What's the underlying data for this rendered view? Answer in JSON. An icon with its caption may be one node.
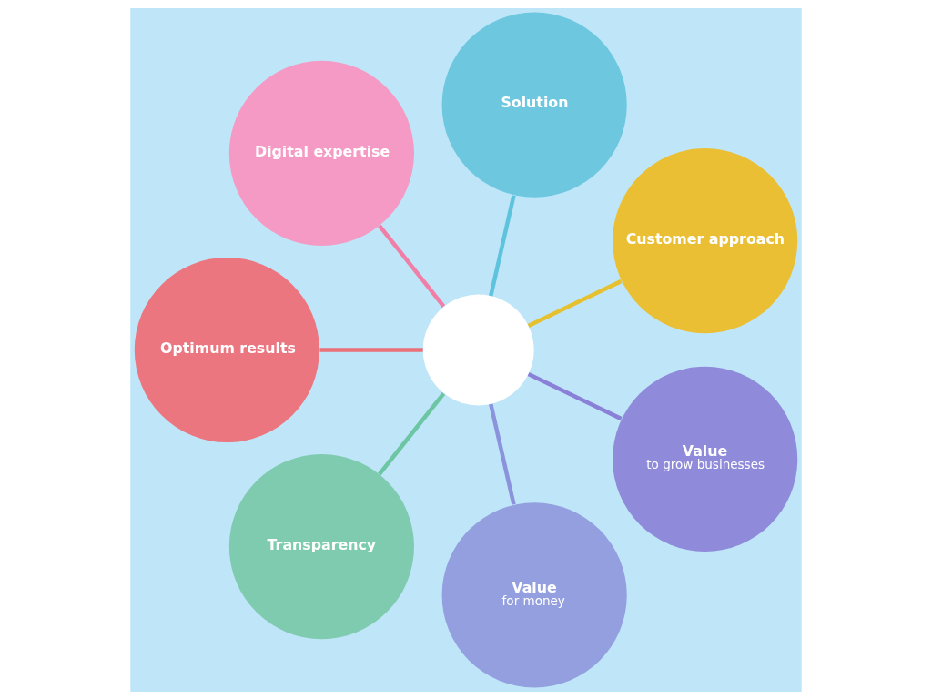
{
  "diagram": {
    "nodes": [
      {
        "text": [],
        "shape": "circle"
      },
      {
        "text": [
          "Customer approach"
        ]
      },
      {
        "text": [
          "Solution"
        ]
      },
      {
        "text": [
          "Digital expertise"
        ]
      },
      {
        "text": [
          "Optimum results"
        ]
      },
      {
        "text": [
          "Transparency"
        ]
      },
      {
        "text": [
          "Value",
          "for money"
        ]
      },
      {
        "text": [
          "Value",
          "to grow businesses"
        ]
      }
    ],
    "edges": [
      {
        "from": 0,
        "to": 1,
        "arrow": "none",
        "color": "#e6c02e"
      },
      {
        "from": 0,
        "to": 2,
        "arrow": "none",
        "color": "#5ec3dc"
      },
      {
        "from": 0,
        "to": 3,
        "arrow": "none",
        "color": "#f07fa8"
      },
      {
        "from": 0,
        "to": 4,
        "arrow": "none",
        "color": "#ea6f78"
      },
      {
        "from": 0,
        "to": 5,
        "arrow": "none",
        "color": "#6cc6a4"
      },
      {
        "from": 0,
        "to": 6,
        "arrow": "none",
        "color": "#8b93dc"
      },
      {
        "from": 0,
        "to": 7,
        "arrow": "none",
        "color": "#8a80d8"
      }
    ]
  }
}
